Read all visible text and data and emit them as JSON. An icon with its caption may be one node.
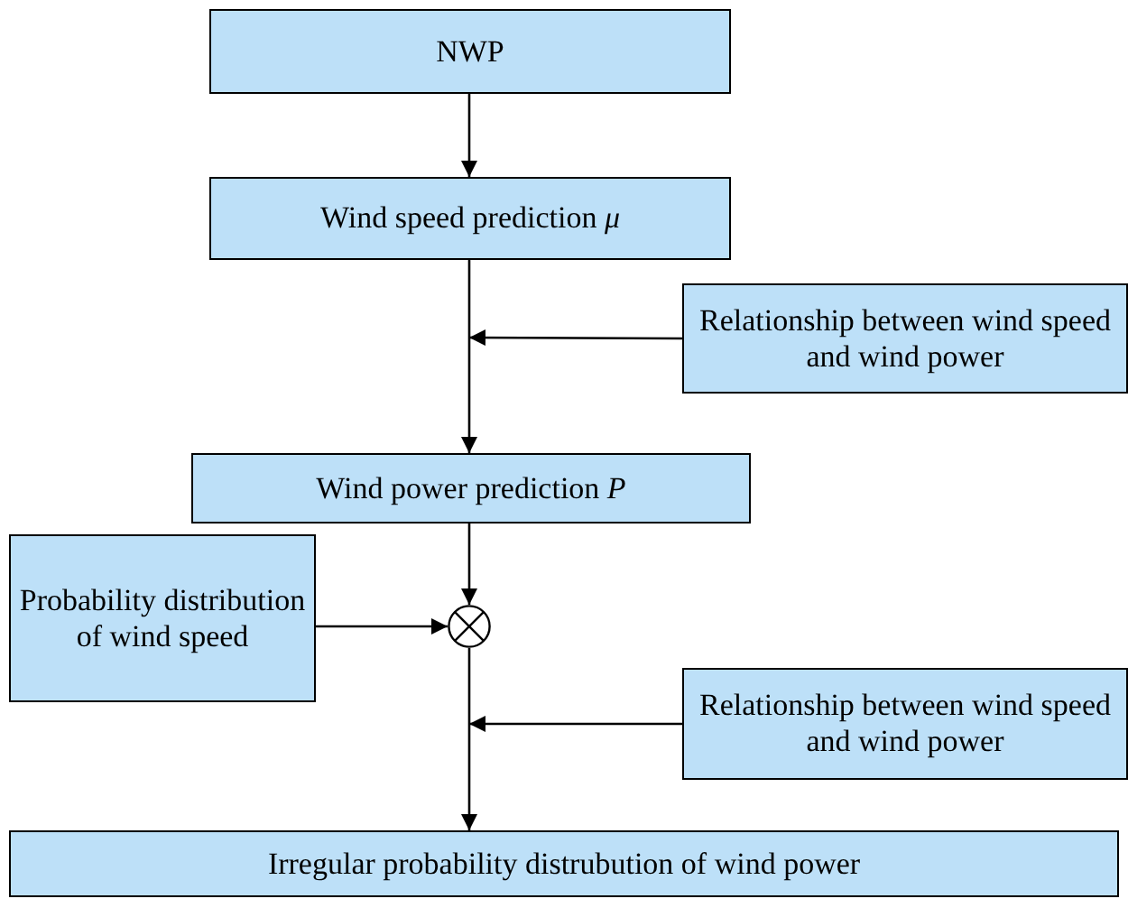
{
  "diagram": {
    "nodes": [
      {
        "text": [
          "NWP"
        ]
      },
      {
        "text": [
          "Wind speed prediction *μ*"
        ]
      },
      {
        "text": [
          "Relationship between wind speed and wind power"
        ]
      },
      {
        "text": [
          "Wind power prediction *P*"
        ]
      },
      {
        "text": [
          "Probability distribution of wind speed"
        ]
      },
      {
        "text": [],
        "shape": "circle"
      },
      {
        "text": [
          "Relationship between wind speed and wind power"
        ]
      },
      {
        "text": [
          "Irregular probability distrubution of wind power"
        ]
      }
    ],
    "edges": [
      {
        "from": 0,
        "to": 1,
        "arrow": "to"
      },
      {
        "from": 1,
        "to": 3,
        "arrow": "to"
      },
      {
        "from": 2,
        "to": null,
        "arrow": "to"
      },
      {
        "from": 3,
        "to": 5,
        "arrow": "to"
      },
      {
        "from": 4,
        "to": 5,
        "arrow": "to"
      },
      {
        "from": 5,
        "to": 7,
        "arrow": "to"
      },
      {
        "from": 6,
        "to": null,
        "arrow": "to"
      }
    ]
  }
}
